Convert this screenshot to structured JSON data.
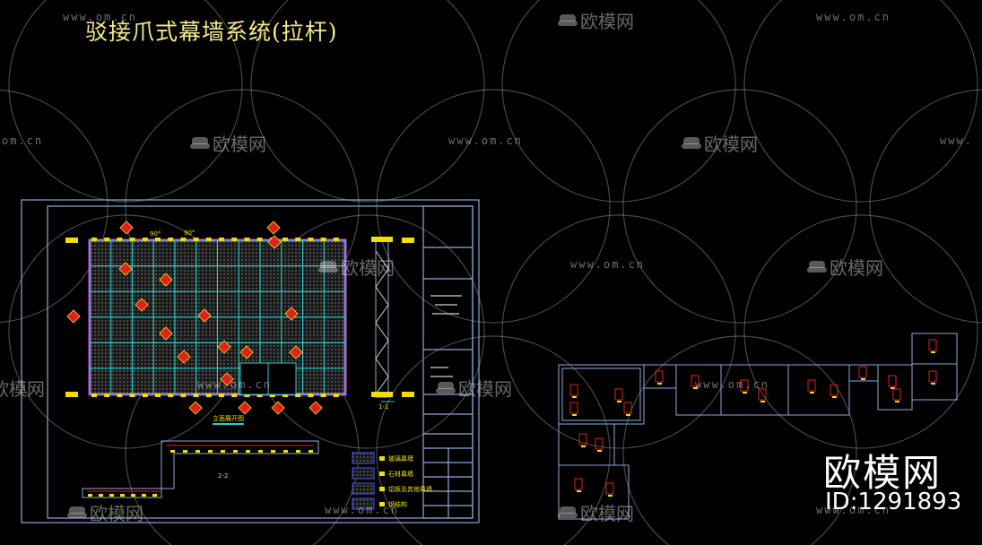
{
  "title": "驳接爪式幕墙系统(拉杆)",
  "watermark": {
    "url": "www.om.cn",
    "url_partial_left": "om.cn",
    "url_partial_right": "www.",
    "brand": "欧模网"
  },
  "brand_big": "欧模网",
  "id_label": "ID:1291893",
  "drawing_labels": {
    "elevation_caption": "立面展开图",
    "section_caption": "1-1",
    "detail_caption": "2-2",
    "dim_90a": "90°",
    "dim_90b": "90°"
  },
  "legend": {
    "items": [
      "玻璃幕墙",
      "石材幕墙",
      "铝板及其他幕墙",
      "钢结构"
    ]
  },
  "colors": {
    "background": "#000000",
    "title": "#f1e98a",
    "frame": "#8ea8d8",
    "grid_cyan": "#20d0d0",
    "border_magenta": "#d040d0",
    "marker_red": "#e02020",
    "marker_yellow": "#f0e000"
  }
}
